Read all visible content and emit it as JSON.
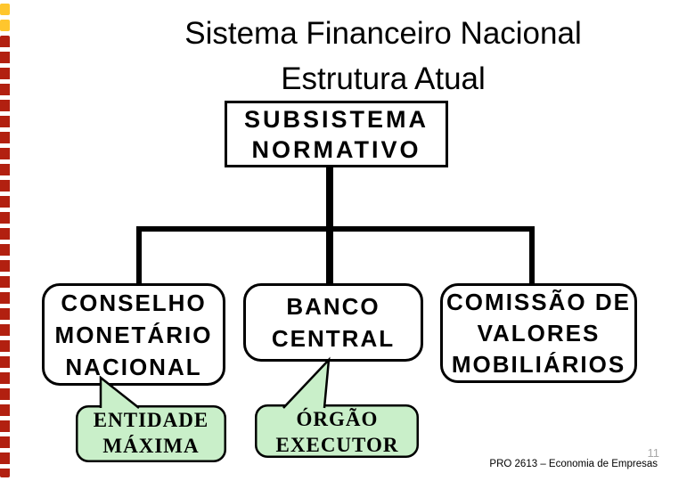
{
  "slide": {
    "title": {
      "line1": "Sistema Financeiro Nacional",
      "line2": "Estrutura Atual"
    },
    "footer": {
      "course_label": "PRO 2613 – Economia de Empresas",
      "page_number": "11"
    },
    "decoration": {
      "edge_bar_dash_color": "#b22010",
      "edge_bar_dot_color": "#ffc62d"
    }
  },
  "diagram": {
    "root_box": {
      "line1": "SUBSISTEMA",
      "line2": "NORMATIVO"
    },
    "branches": [
      {
        "box_lines": [
          "CONSELHO",
          "MONETÁRIO",
          "NACIONAL"
        ],
        "callout_lines": [
          "ENTIDADE",
          "MÁXIMA"
        ]
      },
      {
        "box_lines": [
          "BANCO",
          "CENTRAL"
        ],
        "callout_lines": [
          "ÓRGÃO",
          "EXECUTOR"
        ]
      },
      {
        "box_lines": [
          "COMISSÃO DE",
          "VALORES",
          "MOBILIÁRIOS"
        ],
        "callout_lines": []
      }
    ],
    "colors": {
      "callout_fill": "#c9efc9",
      "line_color": "#000000",
      "box_fill": "#ffffff"
    }
  }
}
